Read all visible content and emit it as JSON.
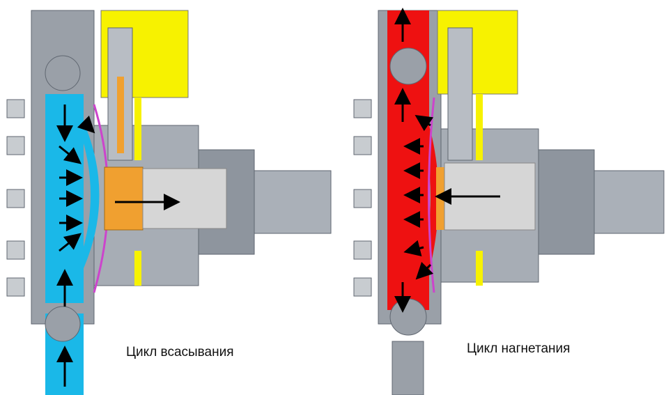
{
  "panels": [
    {
      "id": "suction",
      "caption": "Цикл всасывания",
      "fluid_color": "#1ab8e8",
      "piston_color": "#f0a030"
    },
    {
      "id": "discharge",
      "caption": "Цикл нагнетания",
      "fluid_color": "#ee1111",
      "piston_color": "#f0a030"
    }
  ],
  "colors": {
    "housing": "#9aa0a8",
    "housing_dark": "#5f6670",
    "solenoid": "#f7f200",
    "diaphragm_edge": "#cc44cc",
    "cylinder": "#d6d6d6",
    "arrow": "#000000"
  }
}
